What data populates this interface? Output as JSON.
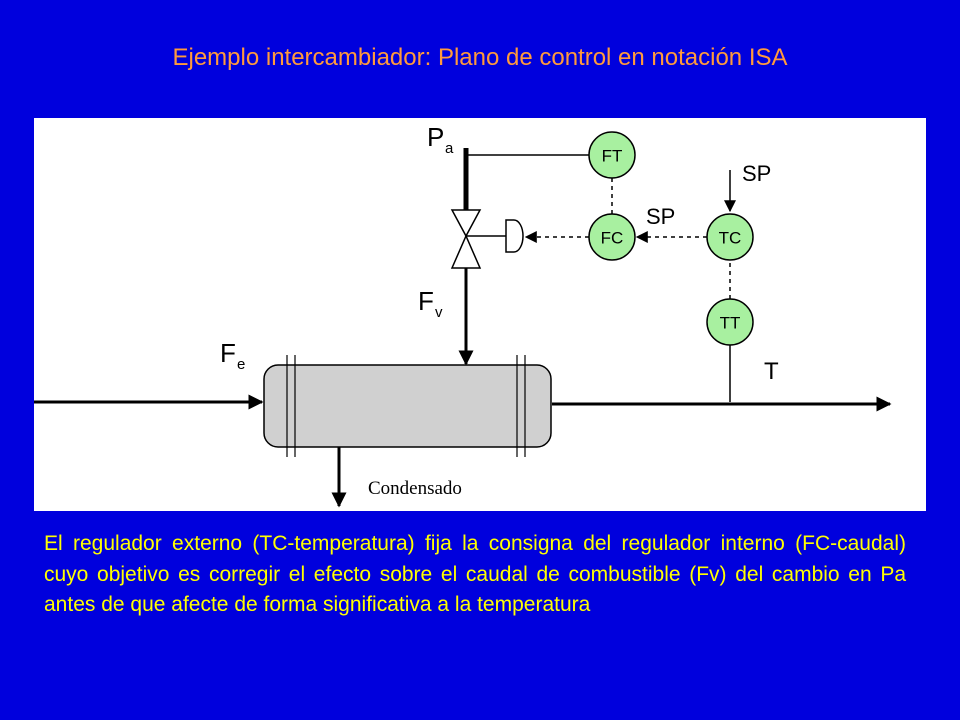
{
  "title": "Ejemplo intercambiador: Plano de control  en notación ISA",
  "diagram": {
    "instruments": {
      "ft": "FT",
      "fc": "FC",
      "tc": "TC",
      "tt": "TT"
    },
    "labels": {
      "pa_main": "P",
      "pa_sub": "a",
      "fv_main": "F",
      "fv_sub": "v",
      "fe_main": "F",
      "fe_sub": "e",
      "sp_top": "SP",
      "sp_mid": "SP",
      "t_out": "T",
      "condensado": "Condensado"
    }
  },
  "description": "El regulador externo (TC-temperatura) fija la consigna del regulador interno (FC-caudal) cuyo objetivo es corregir el efecto sobre el caudal de combustible (Fv) del cambio en Pa antes de que afecte de forma significativa a la temperatura",
  "colors": {
    "background": "#0000dd",
    "title": "#ff9a3c",
    "body_text": "#ffff00",
    "instrument_fill": "#a8f0a0",
    "exchanger_fill": "#d0d0d0"
  }
}
